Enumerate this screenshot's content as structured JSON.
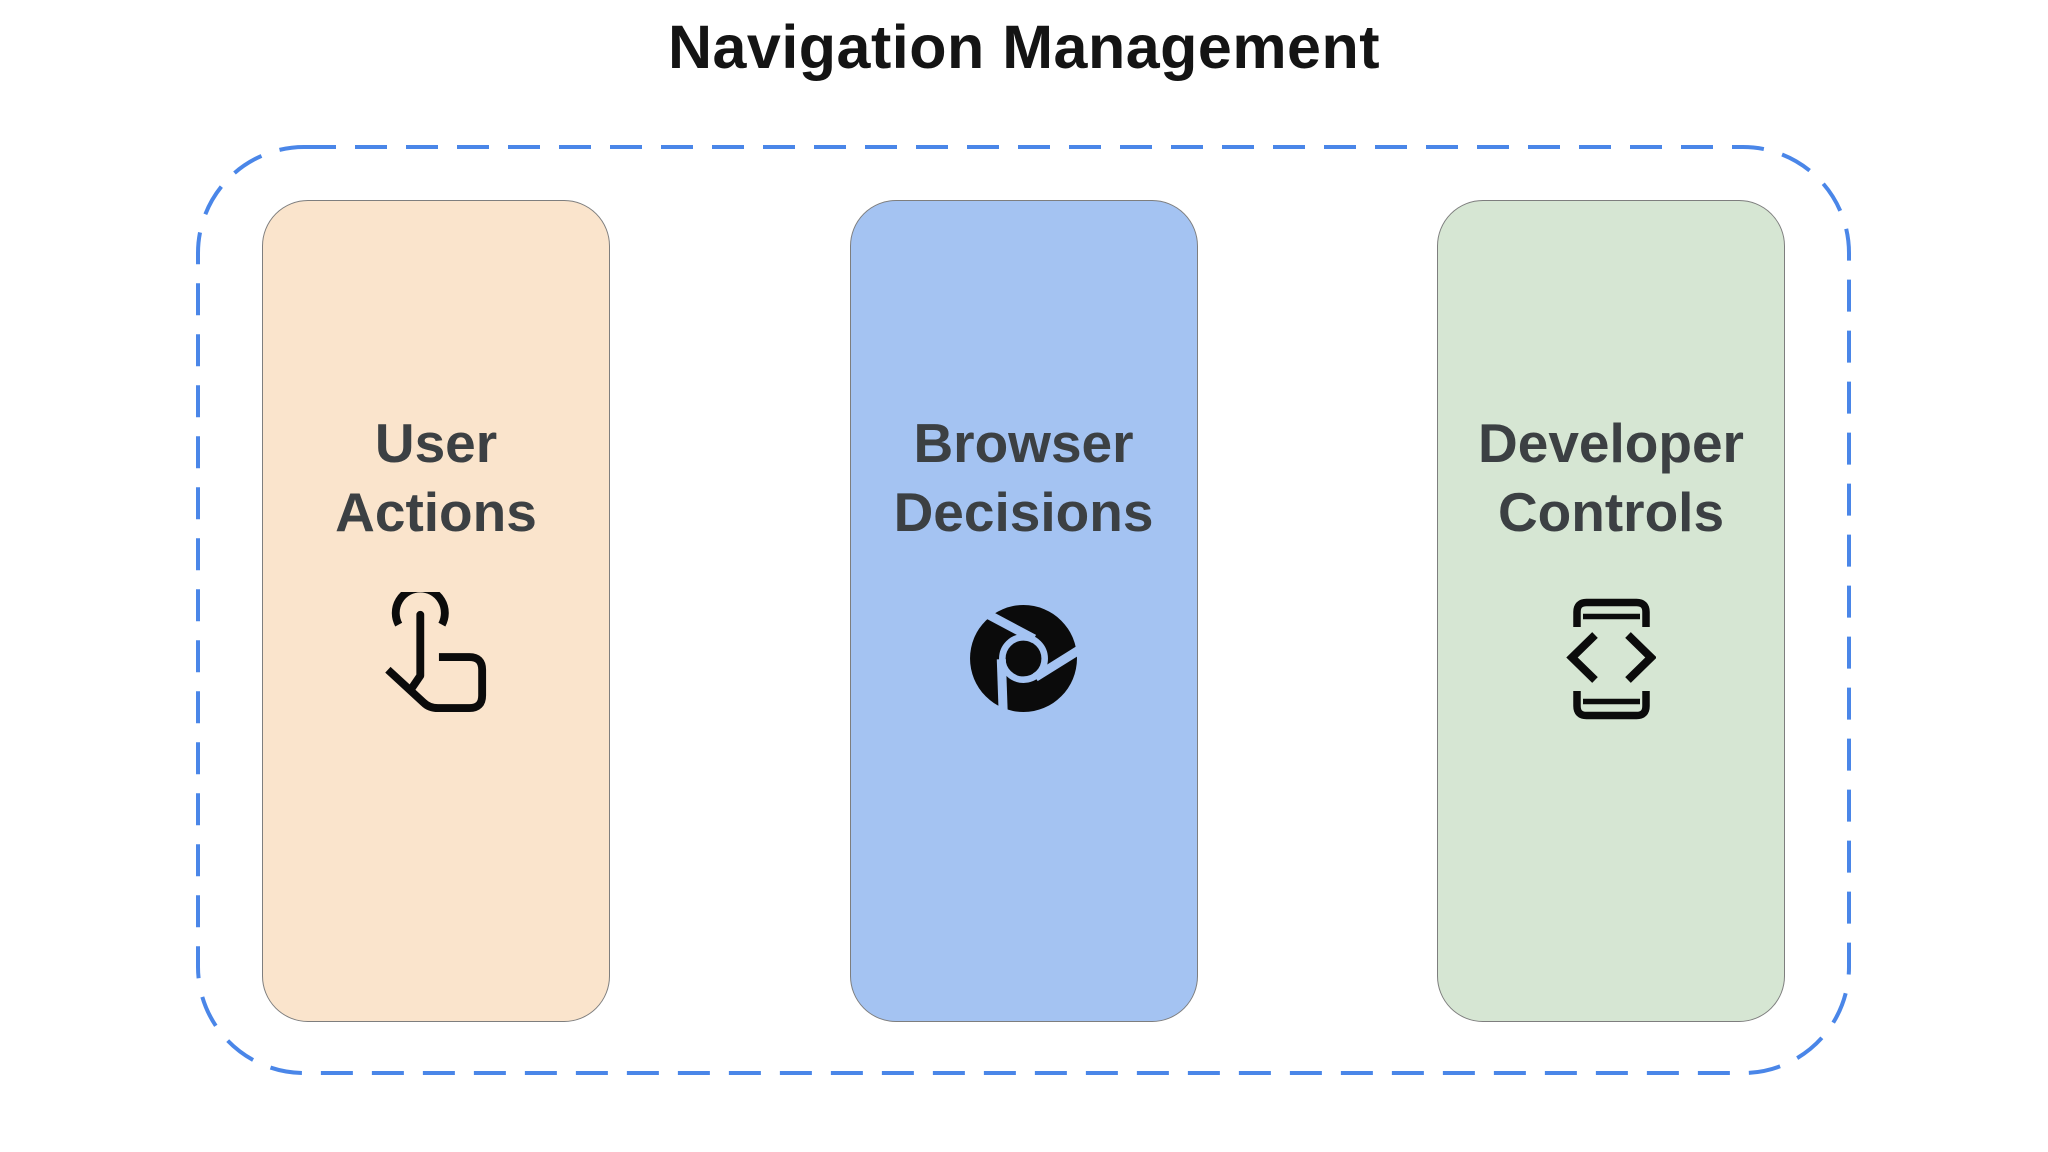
{
  "title": "Navigation Management",
  "frame": {
    "border_color": "#4A86E8",
    "style": "dashed-rounded-rectangle"
  },
  "cards": [
    {
      "id": "user-actions",
      "label": "User Actions",
      "icon": "touch-gesture-icon",
      "bg_color": "#FAE4CC"
    },
    {
      "id": "browser-decisions",
      "label": "Browser Decisions",
      "icon": "chrome-browser-icon",
      "bg_color": "#A4C3F2"
    },
    {
      "id": "developer-controls",
      "label": "Developer Controls",
      "icon": "developer-mode-icon",
      "bg_color": "#D6E6D3"
    }
  ],
  "colors": {
    "title_text": "#141414",
    "label_text": "#3C4043",
    "icon": "#0B0B0B",
    "card_border": "#7E7E7E"
  }
}
